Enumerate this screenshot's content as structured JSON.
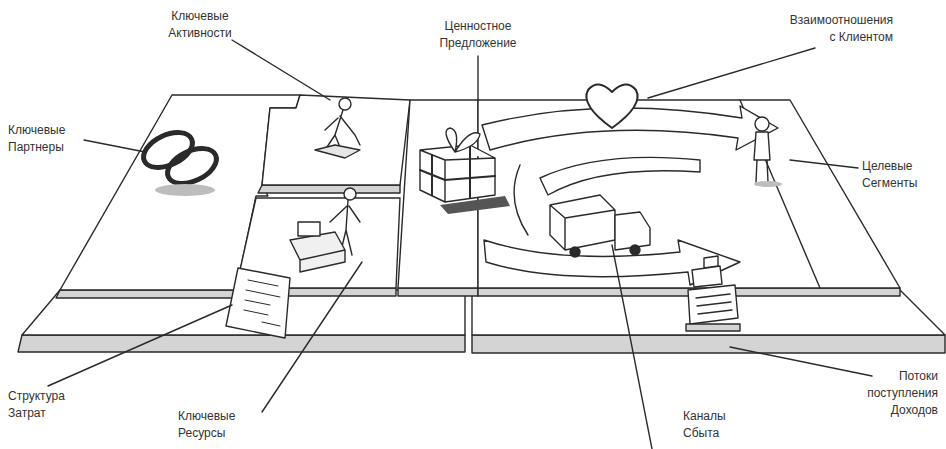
{
  "diagram": {
    "labels": [
      "Ключевые Активности",
      "Ценностное Предложение",
      "Взаимоотношения с Клиентом",
      "Ключевые Партнеры",
      "Целевые Сегменты",
      "Потоки поступления Доходов",
      "Структура Затрат",
      "Ключевые Ресурсы",
      "Каналы Сбыта"
    ]
  }
}
